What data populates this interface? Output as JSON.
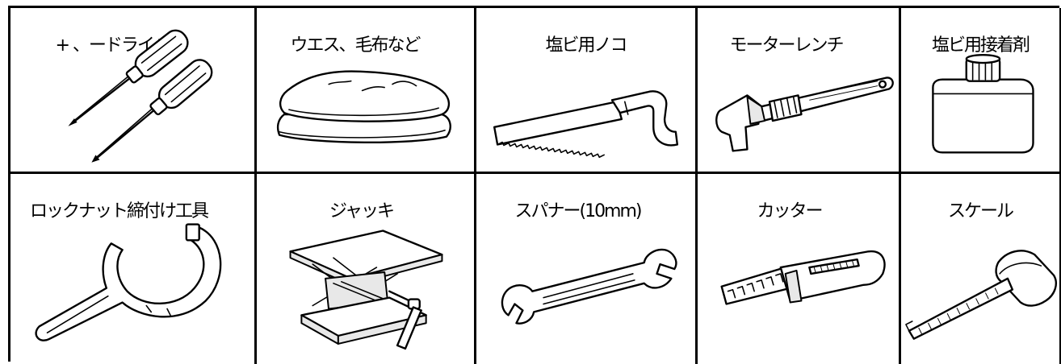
{
  "tools": [
    {
      "label": "+ 、ードライバー",
      "icon": "screwdriver-icon"
    },
    {
      "label": "ウエス、毛布など",
      "icon": "cloth-icon"
    },
    {
      "label": "塩ビ用ノコ",
      "icon": "saw-icon"
    },
    {
      "label": "モーターレンチ",
      "icon": "monkey-wrench-icon"
    },
    {
      "label": "塩ビ用接着剤",
      "icon": "adhesive-bottle-icon"
    },
    {
      "label": "ロックナット締付け工具",
      "icon": "locknut-tool-icon"
    },
    {
      "label": "ジャッキ",
      "icon": "jack-icon"
    },
    {
      "label": "スパナー(10mm)",
      "icon": "spanner-icon"
    },
    {
      "label": "カッター",
      "icon": "cutter-knife-icon"
    },
    {
      "label": "スケール",
      "icon": "tape-measure-icon"
    }
  ]
}
